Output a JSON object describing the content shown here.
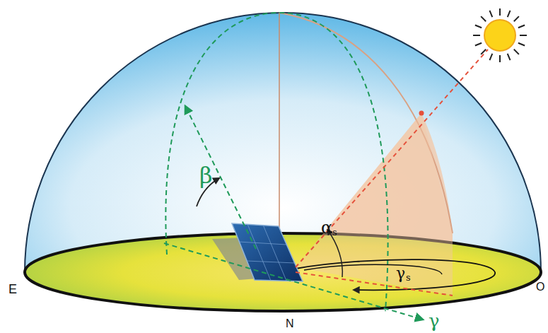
{
  "diagram": {
    "labels": [
      "β",
      "α",
      "s",
      "γ",
      "s",
      "γ",
      "E",
      "N",
      "O"
    ]
  }
}
